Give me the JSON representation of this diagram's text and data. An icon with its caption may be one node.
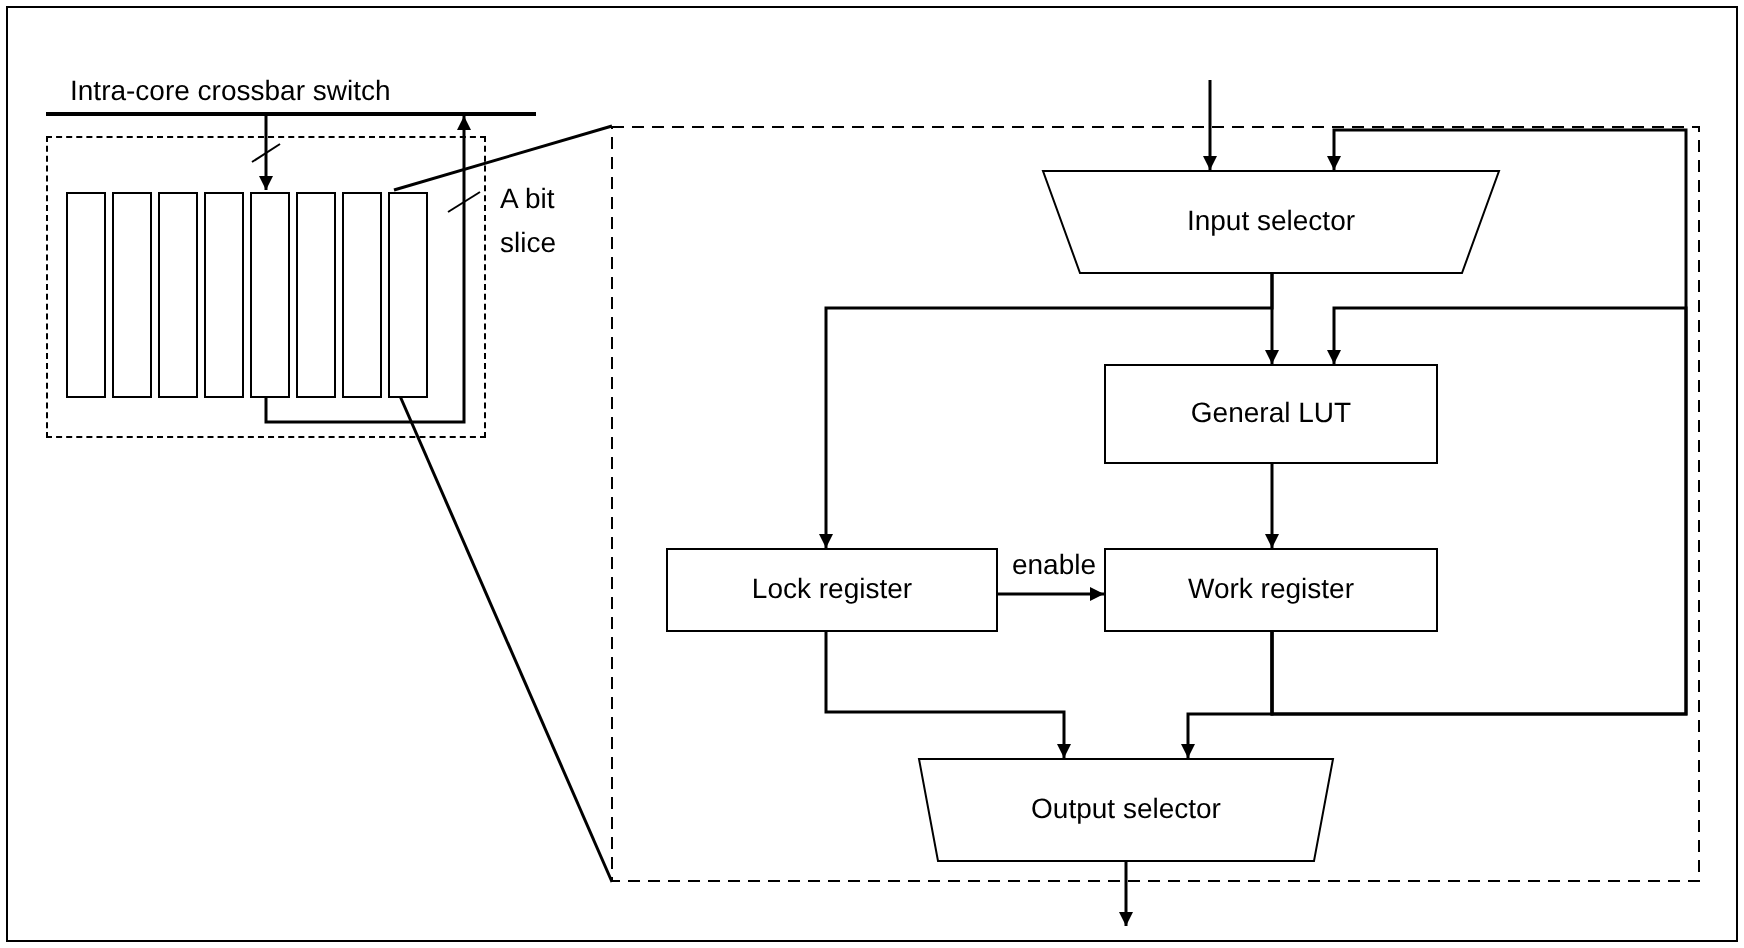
{
  "diagram": {
    "nodes": [
      {
        "text": [
          "Intra-core crossbar switch"
        ]
      },
      {
        "text": [],
        "shape": "box"
      },
      {
        "text": [],
        "shape": "bar",
        "in": 1
      },
      {
        "text": [],
        "shape": "bar",
        "in": 1
      },
      {
        "text": [],
        "shape": "bar",
        "in": 1
      },
      {
        "text": [],
        "shape": "bar",
        "in": 1
      },
      {
        "text": [],
        "shape": "bar",
        "in": 1
      },
      {
        "text": [],
        "shape": "bar",
        "in": 1
      },
      {
        "text": [],
        "shape": "bar",
        "in": 1
      },
      {
        "text": [],
        "shape": "bar",
        "in": 1
      },
      {
        "text": [
          "A bit slice"
        ]
      },
      {
        "text": [
          "Input selector"
        ],
        "in": 10
      },
      {
        "text": [
          "General LUT"
        ],
        "in": 10
      },
      {
        "text": [
          "Lock register"
        ],
        "in": 10
      },
      {
        "text": [
          "Work register"
        ],
        "in": 10
      },
      {
        "text": [
          "Output selector"
        ],
        "in": 10
      }
    ],
    "edges": [
      {
        "from": 0,
        "to": 6,
        "arrow": "to"
      },
      {
        "from": 6,
        "to": 0,
        "arrow": "to"
      },
      {
        "from": 9,
        "to": 10,
        "arrow": "none"
      },
      {
        "from": 9,
        "to": 10,
        "arrow": "none"
      },
      {
        "from": null,
        "to": 11,
        "arrow": "to"
      },
      {
        "from": 11,
        "to": 12,
        "arrow": "to"
      },
      {
        "from": 11,
        "to": 13,
        "arrow": "to"
      },
      {
        "from": 12,
        "to": 14,
        "arrow": "to"
      },
      {
        "from": 13,
        "to": 14,
        "arrow": "to",
        "label": "enable"
      },
      {
        "from": 13,
        "to": 15,
        "arrow": "to"
      },
      {
        "from": 14,
        "to": 15,
        "arrow": "to"
      },
      {
        "from": 14,
        "to": 12,
        "arrow": "to"
      },
      {
        "from": 14,
        "to": 11,
        "arrow": "to"
      },
      {
        "from": 15,
        "to": null,
        "arrow": "to"
      }
    ]
  }
}
